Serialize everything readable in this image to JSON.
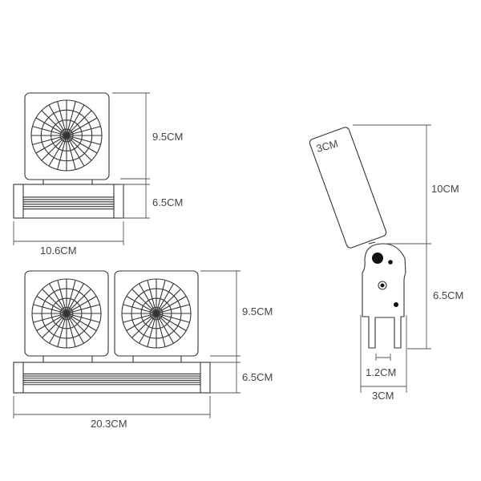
{
  "single_unit": {
    "height_fan": "9.5CM",
    "height_base": "6.5CM",
    "width": "10.6CM"
  },
  "double_unit": {
    "height_fan": "9.5CM",
    "height_base": "6.5CM",
    "width": "20.3CM"
  },
  "side_view": {
    "plate_width": "3CM",
    "plate_height": "10CM",
    "clip_height": "6.5CM",
    "slot_width": "1.2CM",
    "clip_width": "3CM"
  },
  "colors": {
    "line": "#333333",
    "text": "#444444"
  }
}
